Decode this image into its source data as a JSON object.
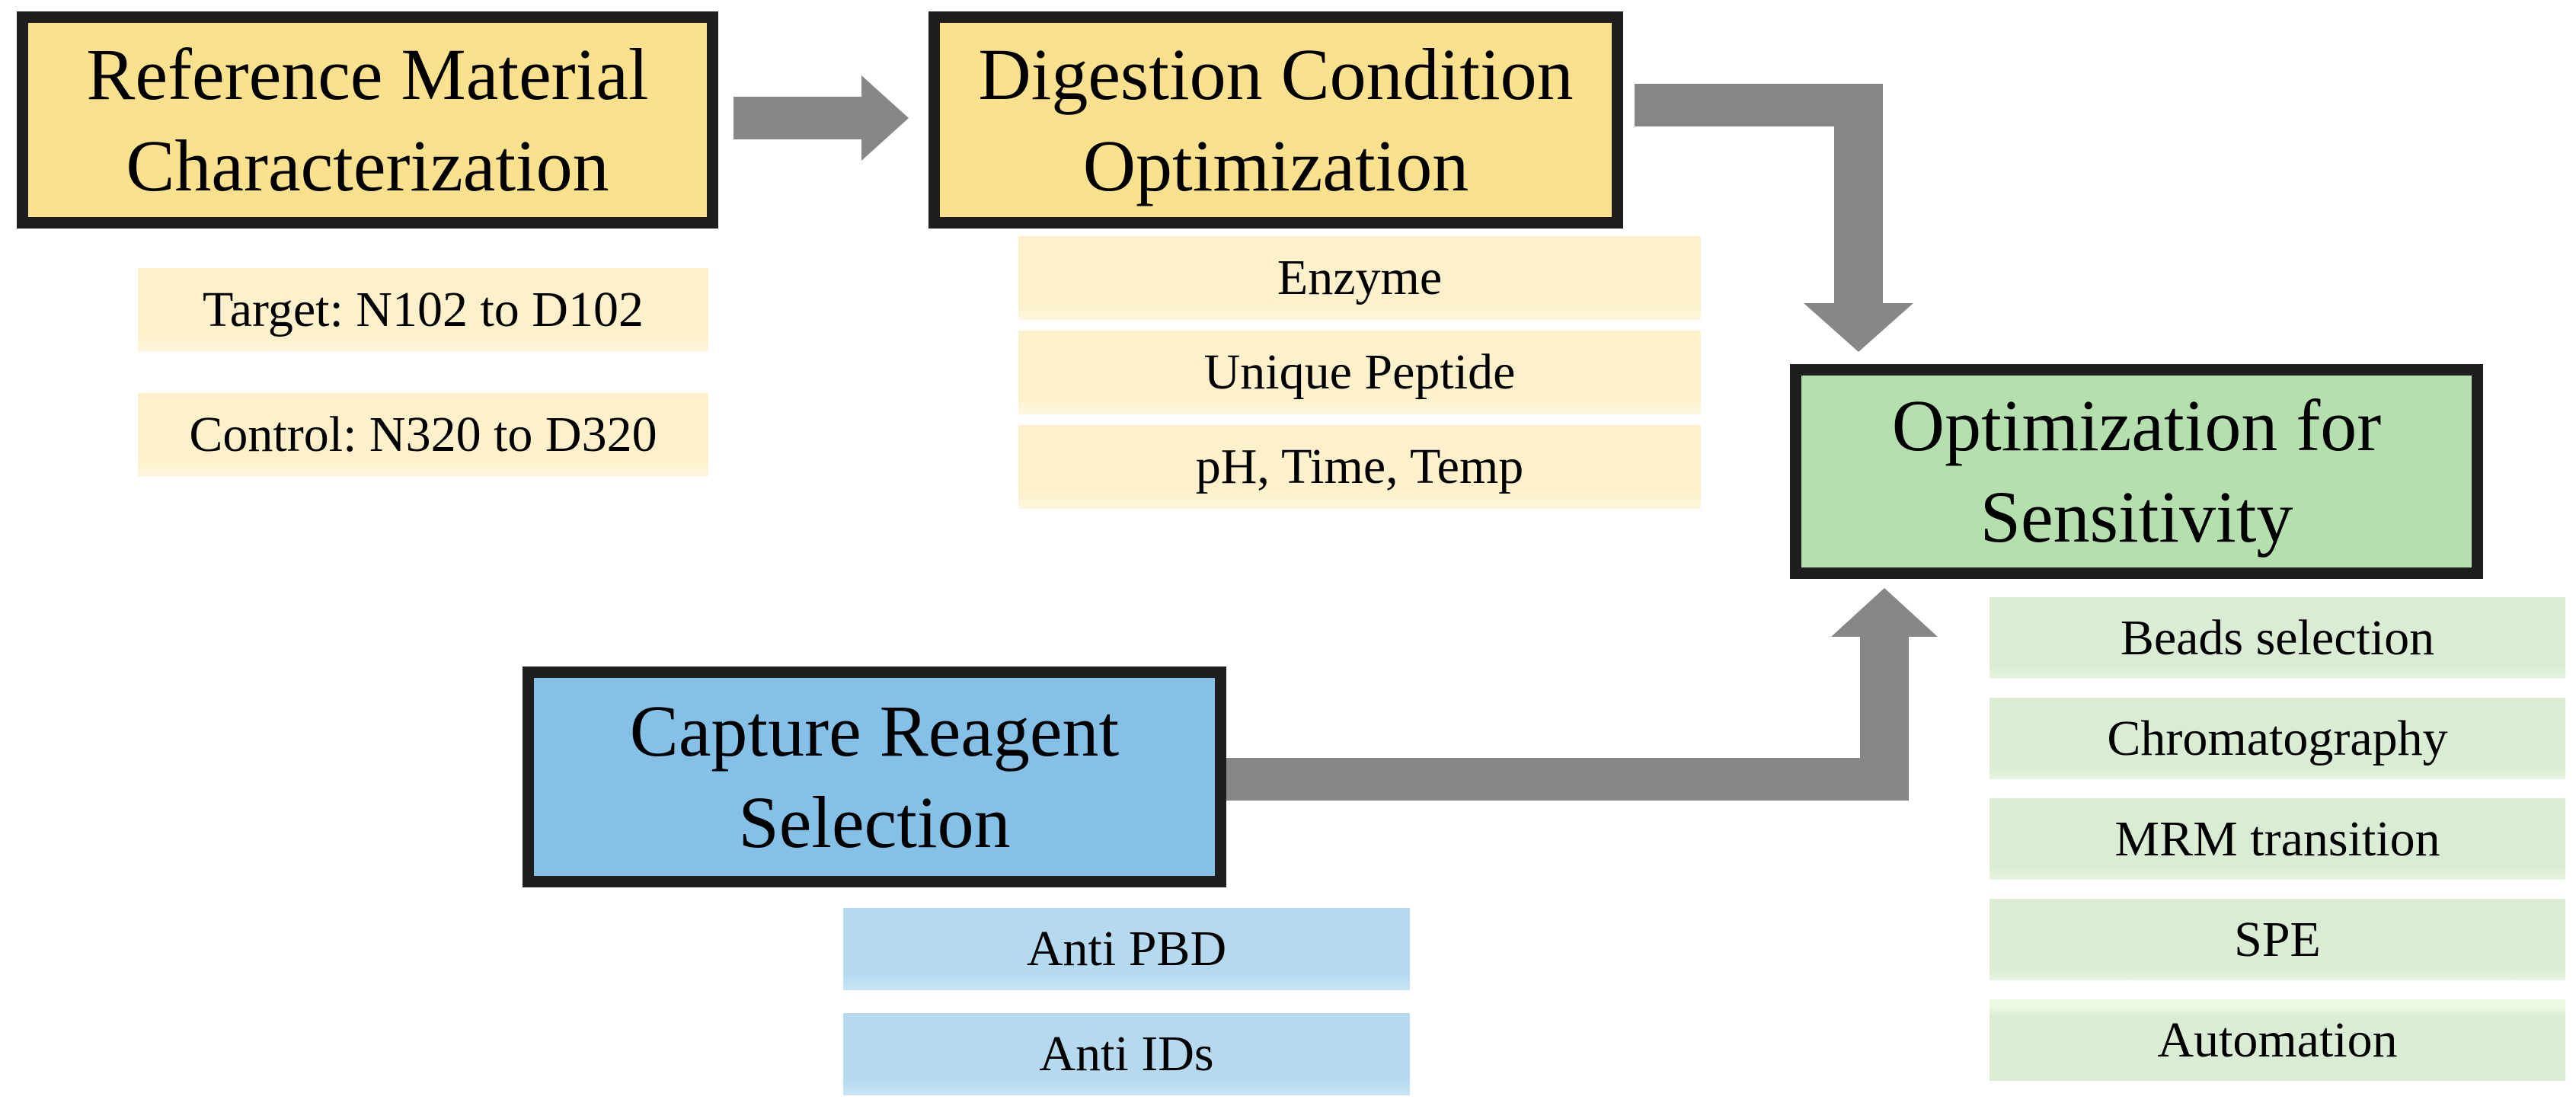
{
  "diagram": {
    "title": "Assay development workflow flowchart",
    "colors": {
      "main_box_yellow": "#fae18d",
      "main_box_blue": "#85c1e6",
      "main_box_green": "#b5dfae",
      "sub_bar_yellow": "#fcf1cb",
      "sub_bar_blue": "#b5d9ef",
      "sub_bar_green": "#daedd4",
      "box_border": "#1e1e1e",
      "arrow_gray": "#878787",
      "text": "#000000",
      "background": "#ffffff"
    },
    "boxes": {
      "reference": {
        "label": "Reference Material Characterization",
        "items": [
          "Target: N102 to D102",
          "Control: N320 to D320"
        ]
      },
      "digestion": {
        "label": "Digestion Condition Optimization",
        "items": [
          "Enzyme",
          "Unique Peptide",
          "pH, Time, Temp"
        ]
      },
      "capture": {
        "label": "Capture Reagent Selection",
        "items": [
          "Anti PBD",
          "Anti IDs"
        ]
      },
      "sensitivity": {
        "label": "Optimization for Sensitivity",
        "items": [
          "Beads selection",
          "Chromatography",
          "MRM transition",
          "SPE",
          "Automation"
        ]
      }
    },
    "arrows": [
      {
        "name": "reference-to-digestion",
        "shape": "straight-right"
      },
      {
        "name": "digestion-to-sensitivity",
        "shape": "elbow-right-down"
      },
      {
        "name": "capture-to-sensitivity",
        "shape": "elbow-right-up"
      }
    ]
  }
}
